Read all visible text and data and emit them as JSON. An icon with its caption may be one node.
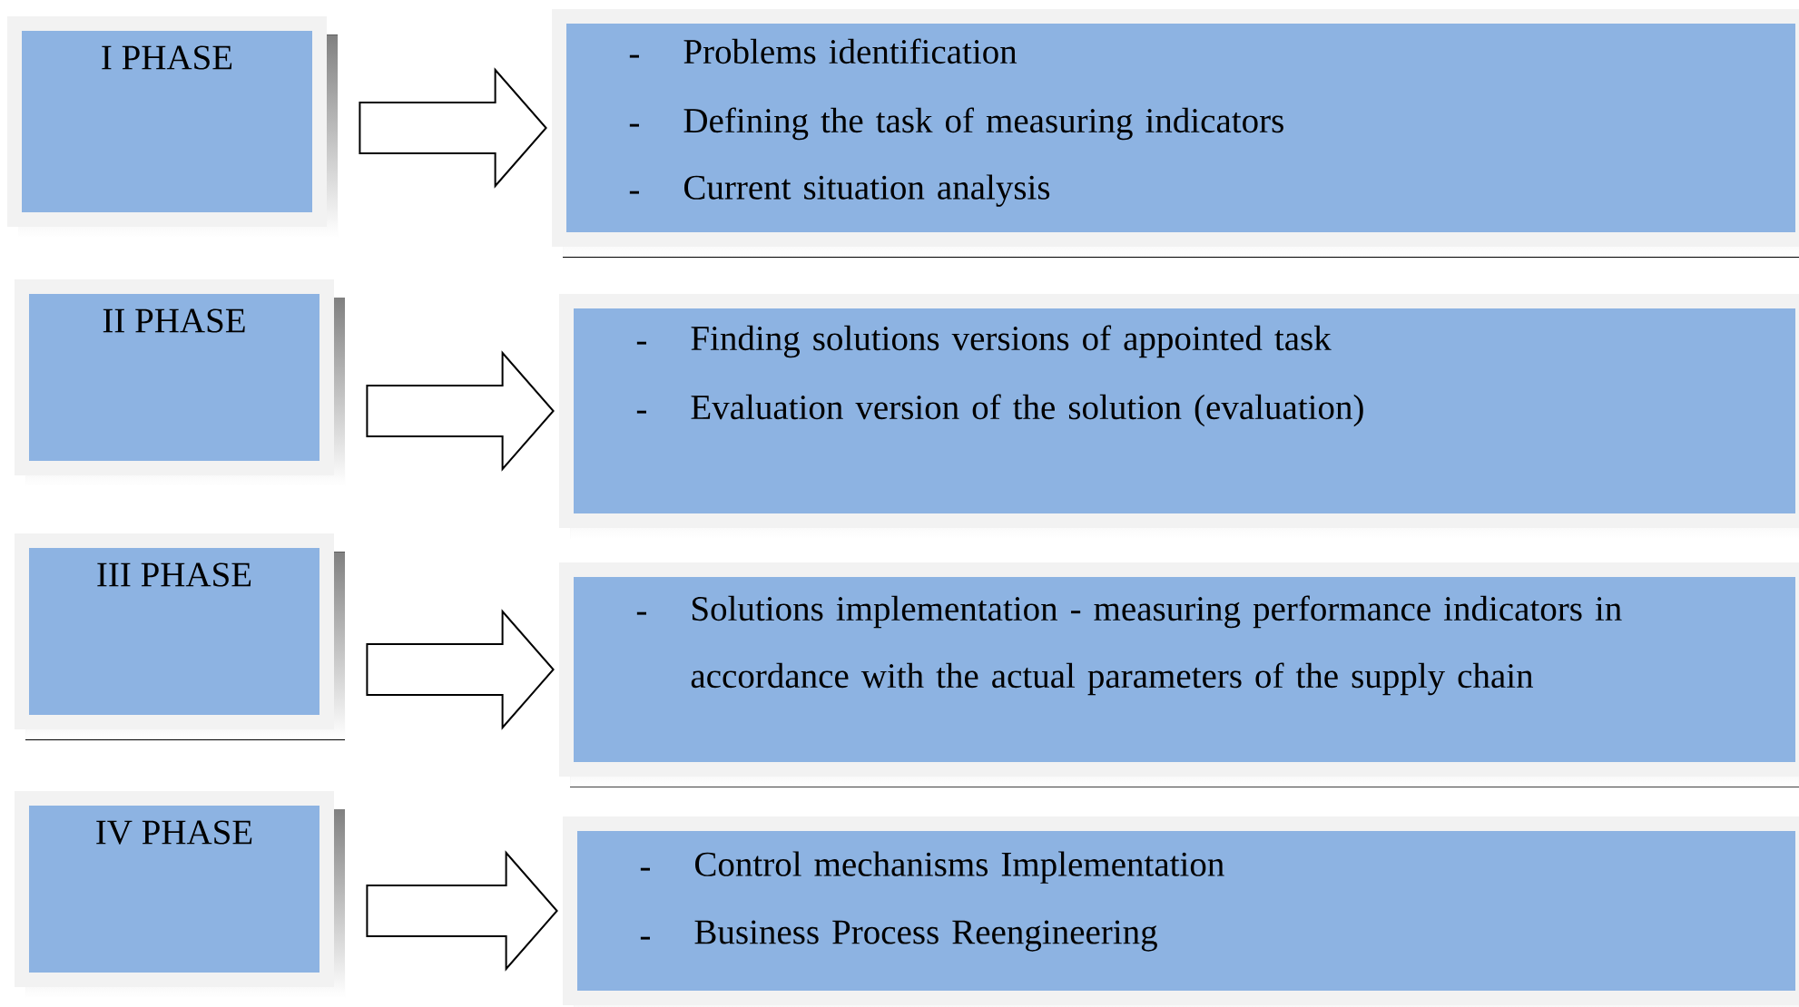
{
  "diagram": {
    "nodes": [
      {
        "text": [
          "I PHASE"
        ]
      },
      {
        "text": [
          "Problems identification",
          "Defining the task of measuring indicators",
          "Current situation analysis"
        ]
      },
      {
        "text": [
          "II PHASE"
        ]
      },
      {
        "text": [
          "Finding solutions versions of appointed task",
          "Evaluation version of the solution (evaluation)"
        ]
      },
      {
        "text": [
          "III PHASE"
        ]
      },
      {
        "text": [
          "Solutions implementation - measuring performance indicators in accordance with the actual parameters of the supply chain"
        ]
      },
      {
        "text": [
          "IV PHASE"
        ]
      },
      {
        "text": [
          "Control mechanisms Implementation",
          "Business Process Reengineering"
        ]
      }
    ],
    "edges": [
      {
        "from": 0,
        "to": 1,
        "arrow": "to"
      },
      {
        "from": 2,
        "to": 3,
        "arrow": "to"
      },
      {
        "from": 4,
        "to": 5,
        "arrow": "to"
      },
      {
        "from": 6,
        "to": 7,
        "arrow": "to"
      }
    ],
    "labels": [
      "-",
      "-",
      "-",
      "-",
      "-",
      "-",
      "-",
      "-"
    ]
  }
}
